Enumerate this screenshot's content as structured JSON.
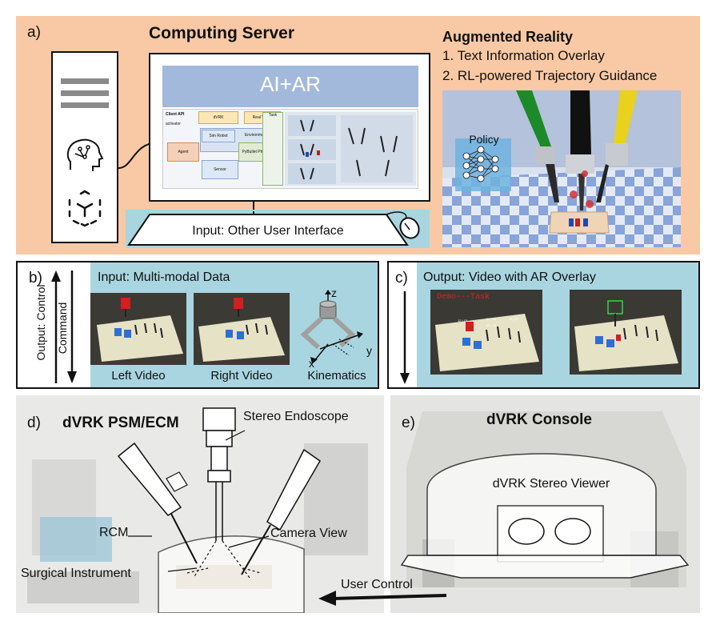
{
  "panel_a": {
    "letter": "a)",
    "title": "Computing Server",
    "screen_title": "AI+AR",
    "screen_blocks": {
      "client_api": "Client API",
      "activator": "activator",
      "dvrk": "dVRK",
      "real_world": "Real World",
      "sim_robot": "Sim Robot",
      "environment": "Environment",
      "agent": "Agent",
      "pybullet": "PyBullet Physics",
      "sensor": "Sensor",
      "task": "Task"
    },
    "input_label": "Input: Other User Interface",
    "ar_title": "Augmented Reality",
    "ar_items": [
      "1. Text Information Overlay",
      "2. RL-powered Trajectory Guidance"
    ],
    "policy_label": "Policy"
  },
  "panel_b": {
    "letter": "b)",
    "side_label_1": "Output: Control",
    "side_label_2": "Command",
    "title": "Input: Multi-modal Data",
    "captions": [
      "Left Video",
      "Right Video",
      "Kinematics"
    ],
    "axis_labels": [
      "z",
      "y",
      "x"
    ]
  },
  "panel_c": {
    "letter": "c)",
    "title": "Output: Video with AR Overlay",
    "overlay_text": "Demo---Task"
  },
  "panel_d": {
    "letter": "d)",
    "title": "dVRK PSM/ECM",
    "labels": [
      "Stereo Endoscope",
      "RCM",
      "Camera View",
      "Surgical Instrument"
    ]
  },
  "panel_e": {
    "letter": "e)",
    "title": "dVRK Console",
    "viewer_label": "dVRK Stereo Viewer",
    "user_control": "User Control"
  },
  "colors": {
    "panel_a_bg": "#f8c9a4",
    "panel_bc_bg": "#a9d5e0",
    "screen_blue": "#a3b9dc",
    "policy_blue": "#6fb3df",
    "arm_green": "#1d8a2a",
    "arm_yellow": "#e8d21d"
  }
}
